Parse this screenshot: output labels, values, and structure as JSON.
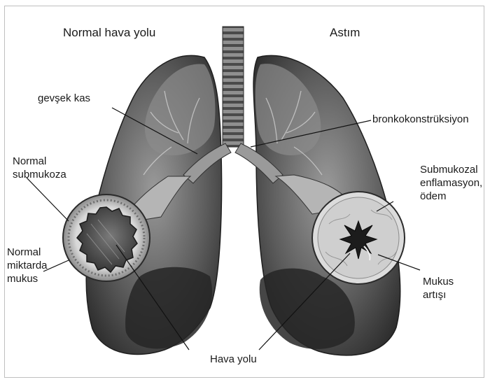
{
  "headers": {
    "left": "Normal hava yolu",
    "right": "Astım"
  },
  "labels": {
    "relaxed_muscle": "gevşek kas",
    "normal_submucosa_line1": "Normal",
    "normal_submucosa_line2": "submukoza",
    "normal_mucus_line1": "Normal",
    "normal_mucus_line2": "miktarda",
    "normal_mucus_line3": "mukus",
    "bronchoconstriction": "bronkokonstrüksiyon",
    "submucosal_line1": "Submukozal",
    "submucosal_line2": "enflamasyon,",
    "submucosal_line3": "ödem",
    "mucus_increase_line1": "Mukus",
    "mucus_increase_line2": "artışı",
    "airway": "Hava yolu"
  }
}
